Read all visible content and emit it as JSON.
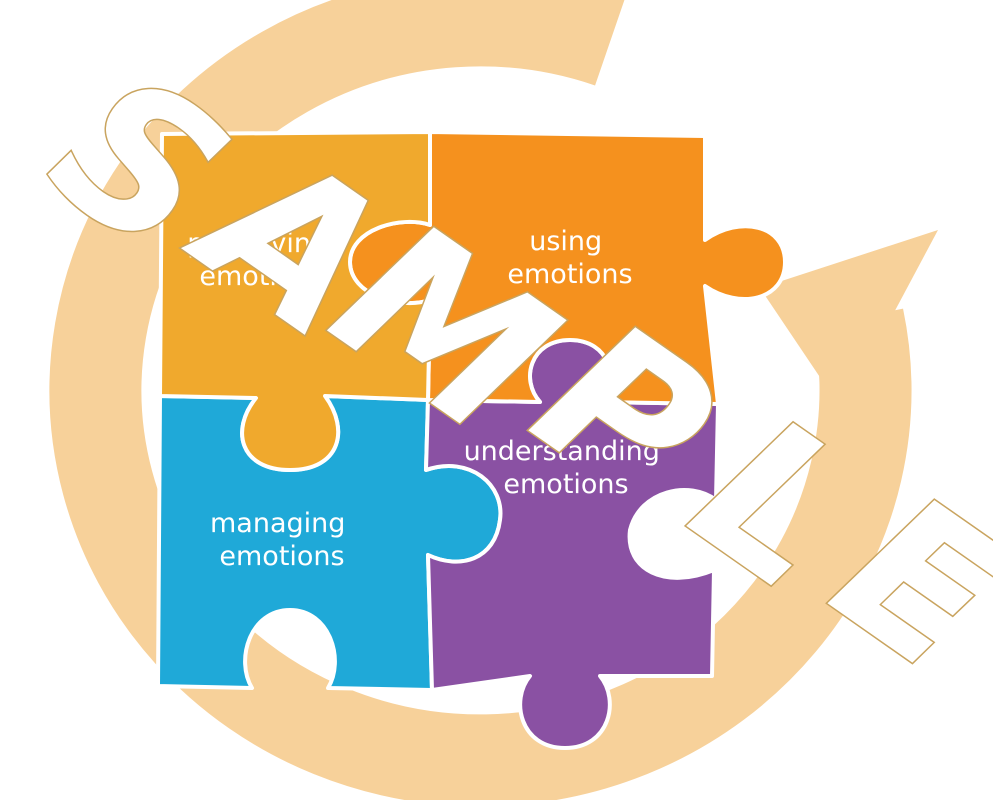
{
  "diagram": {
    "pieces": [
      {
        "id": "perceiving",
        "label_line1": "perceiving",
        "label_line2": "emotions",
        "color": "#f0a92d"
      },
      {
        "id": "using",
        "label_line1": "using",
        "label_line2": "emotions",
        "color": "#f5911e"
      },
      {
        "id": "managing",
        "label_line1": "managing",
        "label_line2": "emotions",
        "color": "#1fa9d8"
      },
      {
        "id": "understanding",
        "label_line1": "understanding",
        "label_line2": "emotions",
        "color": "#8a51a3"
      }
    ],
    "cycle_ring_color": "#f7d19a"
  },
  "watermark": {
    "text": "SAMPLE",
    "letters": [
      "S",
      "A",
      "M",
      "P",
      "L",
      "E"
    ]
  }
}
